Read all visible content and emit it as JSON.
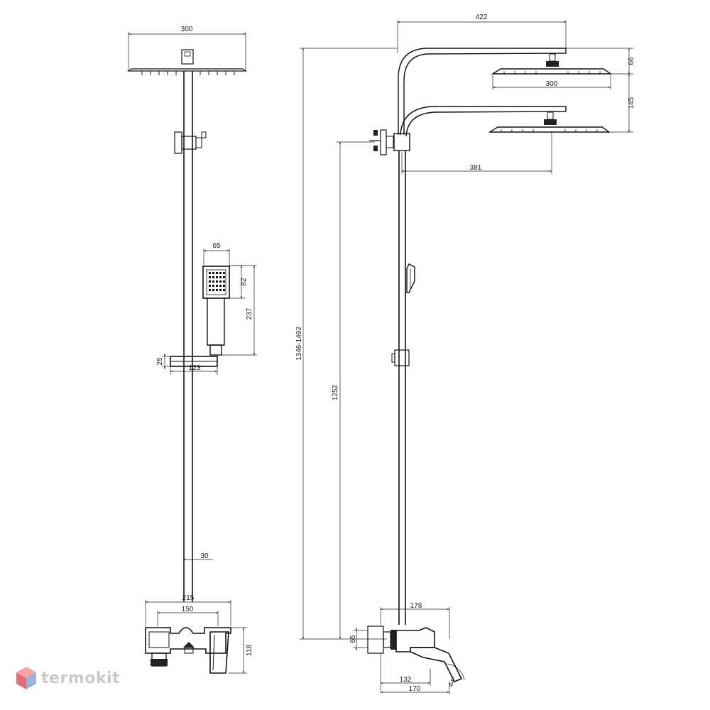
{
  "logo": {
    "text": "termokit"
  },
  "dimensions": {
    "front_head_width": "300",
    "hand_shower_width": "65",
    "hand_head_height": "82",
    "hand_total_height": "237",
    "shelf_height": "25",
    "shelf_width": "123",
    "rail_width": "30",
    "mixer_width": "215",
    "inlet_spacing": "150",
    "mixer_height": "118",
    "side_arm_length": "422",
    "side_head_width": "300",
    "head_height": "66",
    "head_drop": "145",
    "lower_arm_reach": "381",
    "total_height": "1346-1492",
    "bracket_height": "1252",
    "spout_length": "178",
    "inlet_diameter": "65",
    "spout_reach": "132",
    "mixer_depth": "170",
    "spout_angle": "44°"
  }
}
